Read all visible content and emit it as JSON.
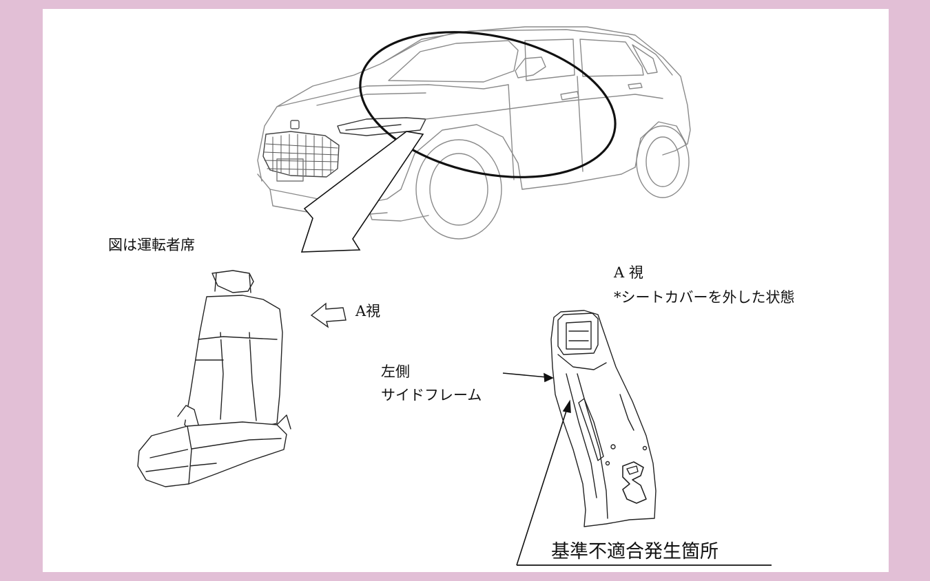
{
  "labels": {
    "seat_note": "図は運転者席",
    "view_arrow_label": "A視",
    "view_a_title": "A 視",
    "view_a_note": "*シートカバーを外した状態",
    "side_frame_line1": "左側",
    "side_frame_line2": "サイドフレーム",
    "nonconformity_location": "基準不適合発生箇所"
  },
  "colors": {
    "border": "#e2bfd6",
    "panel": "#ffffff",
    "line": "#111111",
    "faint_line": "#9a9a9a"
  }
}
